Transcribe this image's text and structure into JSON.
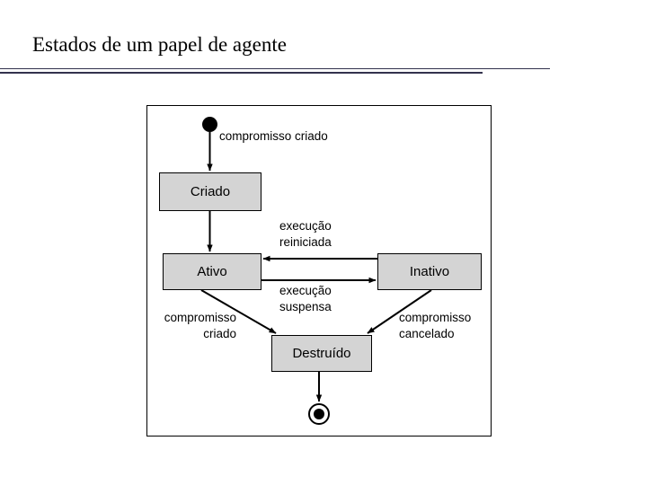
{
  "slide": {
    "title": "Estados de um papel de agente"
  },
  "diagram": {
    "type": "uml-state-machine",
    "states": [
      {
        "id": "criado",
        "label": "Criado"
      },
      {
        "id": "ativo",
        "label": "Ativo"
      },
      {
        "id": "inativo",
        "label": "Inativo"
      },
      {
        "id": "destruido",
        "label": "Destruído"
      }
    ],
    "pseudostates": [
      {
        "id": "initial",
        "kind": "initial-state"
      },
      {
        "id": "final",
        "kind": "final-state"
      }
    ],
    "transitions": [
      {
        "from": "initial",
        "to": "criado",
        "label": "compromisso criado"
      },
      {
        "from": "criado",
        "to": "ativo",
        "label": ""
      },
      {
        "from": "inativo",
        "to": "ativo",
        "label": "execução\nreiniciada"
      },
      {
        "from": "ativo",
        "to": "inativo",
        "label": "execução\nsuspensa"
      },
      {
        "from": "ativo",
        "to": "destruido",
        "label": "compromisso\ncriado"
      },
      {
        "from": "inativo",
        "to": "destruido",
        "label": "compromisso\ncancelado"
      },
      {
        "from": "destruido",
        "to": "final",
        "label": ""
      }
    ],
    "labels": {
      "compromisso_criado_top": "compromisso criado",
      "execucao_reiniciada_line1": "execução",
      "execucao_reiniciada_line2": "reiniciada",
      "execucao_suspensa_line1": "execução",
      "execucao_suspensa_line2": "suspensa",
      "compromisso_criado_line1": "compromisso",
      "compromisso_criado_line2": "criado",
      "compromisso_cancelado_line1": "compromisso",
      "compromisso_cancelado_line2": "cancelado"
    }
  },
  "colors": {
    "state_fill": "#d4d4d4",
    "stroke": "#000000",
    "rule": "#33324d",
    "background": "#ffffff"
  }
}
